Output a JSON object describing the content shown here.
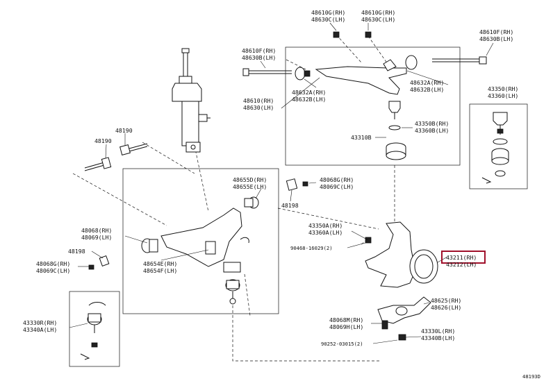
{
  "labels": {
    "l48610G": [
      "48610G(RH)",
      "48630C(LH)"
    ],
    "l48610G2": [
      "48610G(RH)",
      "48630C(LH)"
    ],
    "l48610F_top": [
      "48610F(RH)",
      "48630B(LH)"
    ],
    "l48610F_left": [
      "48610F(RH)",
      "48630B(LH)"
    ],
    "l48632A_left": [
      "48632A(RH)",
      "48632B(LH)"
    ],
    "l48632A_right": [
      "48632A(RH)",
      "48632B(LH)"
    ],
    "l48610": [
      "48610(RH)",
      "48630(LH)"
    ],
    "l43350B": [
      "43350B(RH)",
      "43360B(LH)"
    ],
    "l43310B": "43310B",
    "l43350_right": [
      "43350(RH)",
      "43360(LH)"
    ],
    "l48190_top": "48190",
    "l48190_left": "48190",
    "l48655D": [
      "48655D(RH)",
      "48655E(LH)"
    ],
    "l48068G_top": [
      "48068G(RH)",
      "48069C(LH)"
    ],
    "l48198_right": "48198",
    "l48068": [
      "48068(RH)",
      "48069(LH)"
    ],
    "l48198_left": "48198",
    "l48068G_left": [
      "48068G(RH)",
      "48069C(LH)"
    ],
    "l48654E": [
      "48654E(RH)",
      "48654F(LH)"
    ],
    "l43350A": [
      "43350A(RH)",
      "43360A(LH)"
    ],
    "l90468": "90468-16029(2)",
    "l43211": [
      "43211(RH)",
      "43212(LH)"
    ],
    "l48625": [
      "48625(RH)",
      "48626(LH)"
    ],
    "l48068M": [
      "48068M(RH)",
      "48069H(LH)"
    ],
    "l43330L": [
      "43330L(RH)",
      "43340B(LH)"
    ],
    "l90252": "90252-03015(2)",
    "l43330R": [
      "43330R(RH)",
      "43340A(LH)"
    ],
    "l_code": "48193D"
  },
  "colors": {
    "ink": "#111111",
    "highlight": "#a0102a"
  }
}
